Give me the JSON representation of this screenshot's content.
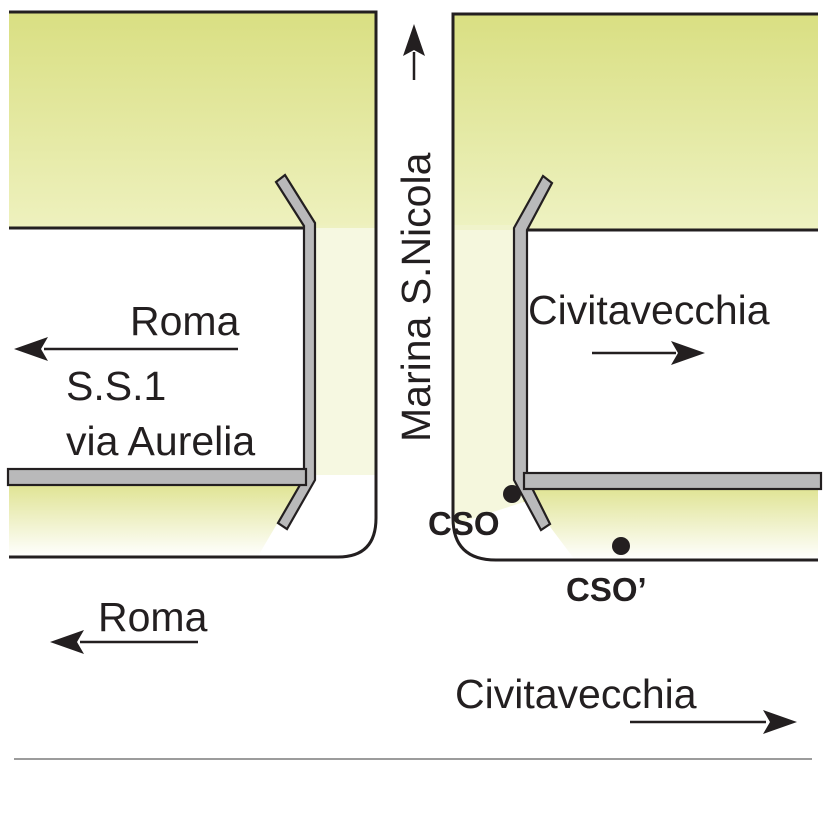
{
  "colors": {
    "green": "#dadf86",
    "ink": "#231f20",
    "barrier": "#b9b9ba",
    "bottom_line": "#9c9c9c"
  },
  "labels": {
    "roma_upper": "Roma",
    "ss1": "S.S.1",
    "via_aurelia": "via Aurelia",
    "marina": "Marina S.Nicola",
    "civitavecchia_upper": "Civitavecchia",
    "cso": "CSO",
    "cso_prime": "CSO’",
    "roma_lower": "Roma",
    "civitavecchia_lower": "Civitavecchia"
  },
  "icons": {
    "left_arrows": "arrow-left-icon",
    "right_arrows": "arrow-right-icon",
    "up_arrow": "arrow-up-icon",
    "monitoring_point": "dot-marker-icon"
  }
}
